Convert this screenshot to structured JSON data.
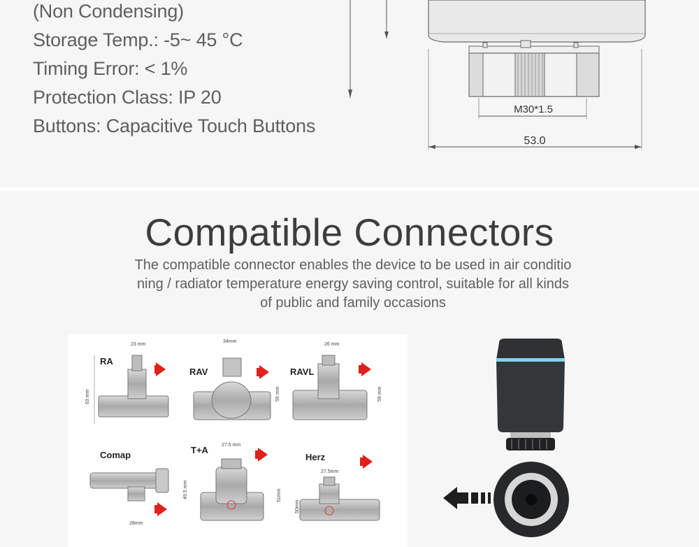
{
  "specs": {
    "lines": [
      "(Non Condensing)",
      "Storage Temp.: -5~ 45 °C",
      "Timing Error: < 1%",
      "Protection Class: IP 20",
      "Buttons: Capacitive Touch Buttons"
    ]
  },
  "drawing": {
    "thread_label": "M30*1.5",
    "width_label": "53.0"
  },
  "compatible": {
    "title": "Compatible Connectors",
    "description_lines": [
      "The compatible connector enables the device to be used in air conditio",
      "ning / radiator temperature energy saving control, suitable for all kinds",
      "of public and family occasions"
    ]
  },
  "valves": [
    {
      "name": "RA",
      "top_dim": "23 mm",
      "side_dim": "63 mm"
    },
    {
      "name": "RAV",
      "top_dim": "34mm",
      "side_dim": "59 mm"
    },
    {
      "name": "RAVL",
      "top_dim": "26 mm",
      "side_dim": "59 mm"
    },
    {
      "name": "Comap",
      "bottom_dim": "28mm",
      "side_dim": "49.5 mm"
    },
    {
      "name": "T+A",
      "top_dim": "27.5 mm",
      "side_dim": "51mm"
    },
    {
      "name": "Herz",
      "top_dim": "27.5mm",
      "side_dim": "50mm"
    }
  ],
  "colors": {
    "background": "#f6f6f6",
    "arrow_red": "#e0201b",
    "device_body": "#2f3133",
    "led_ring": "#7fd3ee"
  }
}
